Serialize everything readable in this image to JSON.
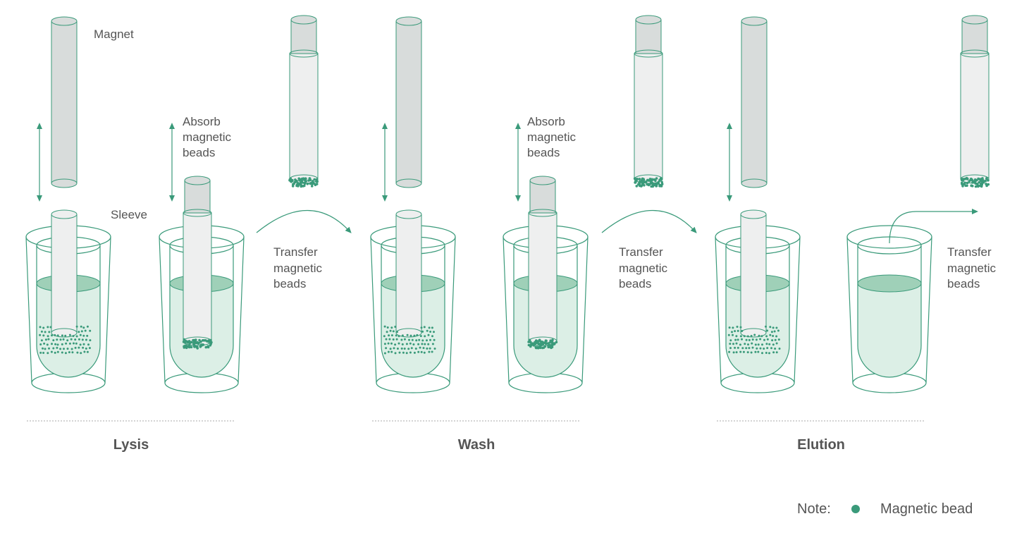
{
  "labels": {
    "magnet": "Magnet",
    "sleeve": "Sleeve",
    "absorb": [
      "Absorb",
      "magnetic",
      "beads"
    ],
    "transfer": [
      "Transfer",
      "magnetic",
      "beads"
    ]
  },
  "phases": [
    "Lysis",
    "Wash",
    "Elution"
  ],
  "note": {
    "prefix": "Note:",
    "text": "Magnetic bead"
  },
  "colors": {
    "outline": "#3a9a7a",
    "liquid": "#dcefe6",
    "liquid_top": "#9fd0b8",
    "bead": "#3a9a7a",
    "magnet_fill": "#d8dcdb",
    "sleeve_fill": "#eeefef",
    "text": "#555555",
    "divider": "#aaaaaa"
  }
}
